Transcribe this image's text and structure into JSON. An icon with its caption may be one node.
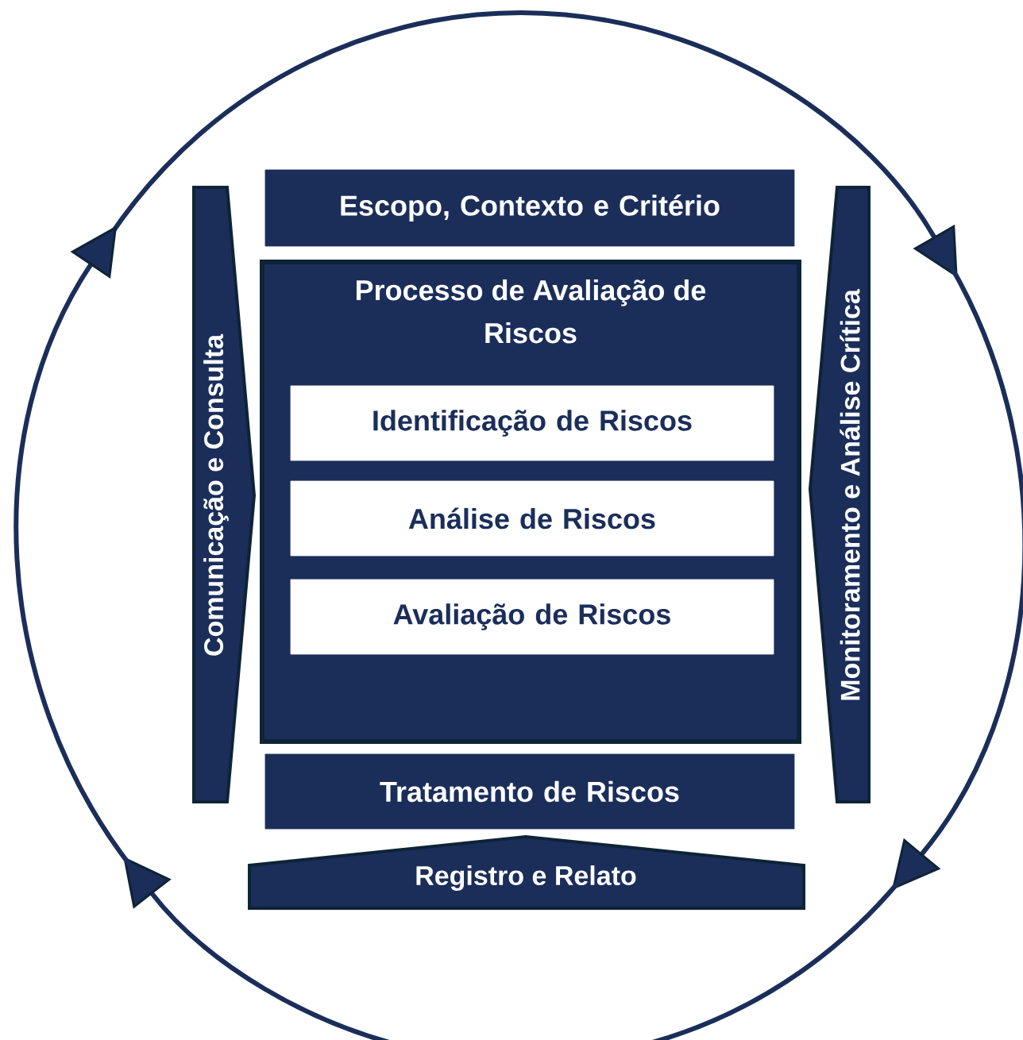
{
  "diagram": {
    "nodes": [
      {
        "text": [
          "Escopo, Contexto e Critério"
        ]
      },
      {
        "text": [
          "Processo de Avaliação de Riscos"
        ]
      },
      {
        "text": [
          "Identificação de Riscos"
        ],
        "in": 1
      },
      {
        "text": [
          "Análise de Riscos"
        ],
        "in": 1
      },
      {
        "text": [
          "Avaliação de Riscos"
        ],
        "in": 1
      },
      {
        "text": [
          "Tratamento de Riscos"
        ]
      },
      {
        "text": [
          "Registro e Relato"
        ]
      },
      {
        "text": [
          "Comunicação e Consulta"
        ]
      },
      {
        "text": [
          "Monitoramento e Análise Crítica"
        ]
      }
    ],
    "edges": []
  }
}
